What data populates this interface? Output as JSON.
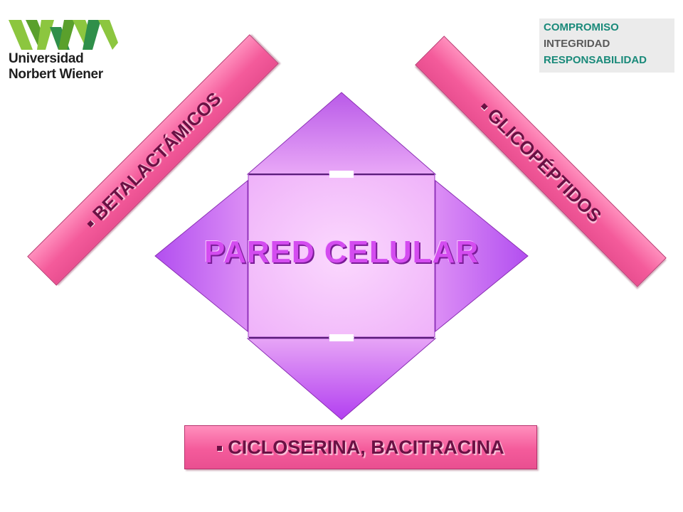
{
  "logo_left": {
    "line1": "Universidad",
    "line2": "Norbert Wiener",
    "mark_color": "#7fbf3f"
  },
  "logo_right": {
    "line1": "COMPROMISO",
    "line2": "INTEGRIDAD",
    "line3": "RESPONSABILIDAD"
  },
  "diagram": {
    "center_label": "PARED CELULAR",
    "left_label": "BETALACTÁMICOS",
    "right_label": "GLICOPÉPTIDOS",
    "bottom_label": "CICLOSERINA, BACITRACINA"
  },
  "colors": {
    "banner_pink": "#f45b9b",
    "diamond_purple": "#c84cf2",
    "center_light": "#f6c4fb",
    "title": "#d44cf0"
  }
}
